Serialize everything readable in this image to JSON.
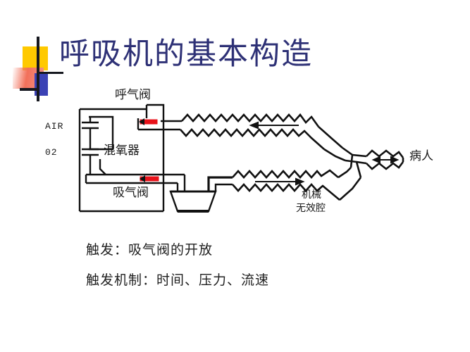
{
  "slide": {
    "title": "呼吸机的基本构造",
    "title_color": "#2E3176",
    "background_color": "#ffffff"
  },
  "logo": {
    "name": "decorative-logo",
    "yellow": "#FFC900",
    "red": "#F2705A",
    "blue": "#3B42B5",
    "bar": "#16181F"
  },
  "diagram": {
    "name": "ventilator-schematic",
    "stroke_color": "#111111",
    "valve_color": "#E8121A",
    "labels": {
      "expiratory_valve": "呼气阀",
      "inspiratory_valve": "吸气阀",
      "oxygen_mixer": "混氧器",
      "air_inlet": "AIR",
      "oxygen_inlet": "02",
      "patient": "病人",
      "dead_space_line1": "机械",
      "dead_space_line2": "无效腔"
    }
  },
  "body": {
    "line1": "触发：吸气阀的开放",
    "line2": "触发机制：时间、压力、流速"
  }
}
